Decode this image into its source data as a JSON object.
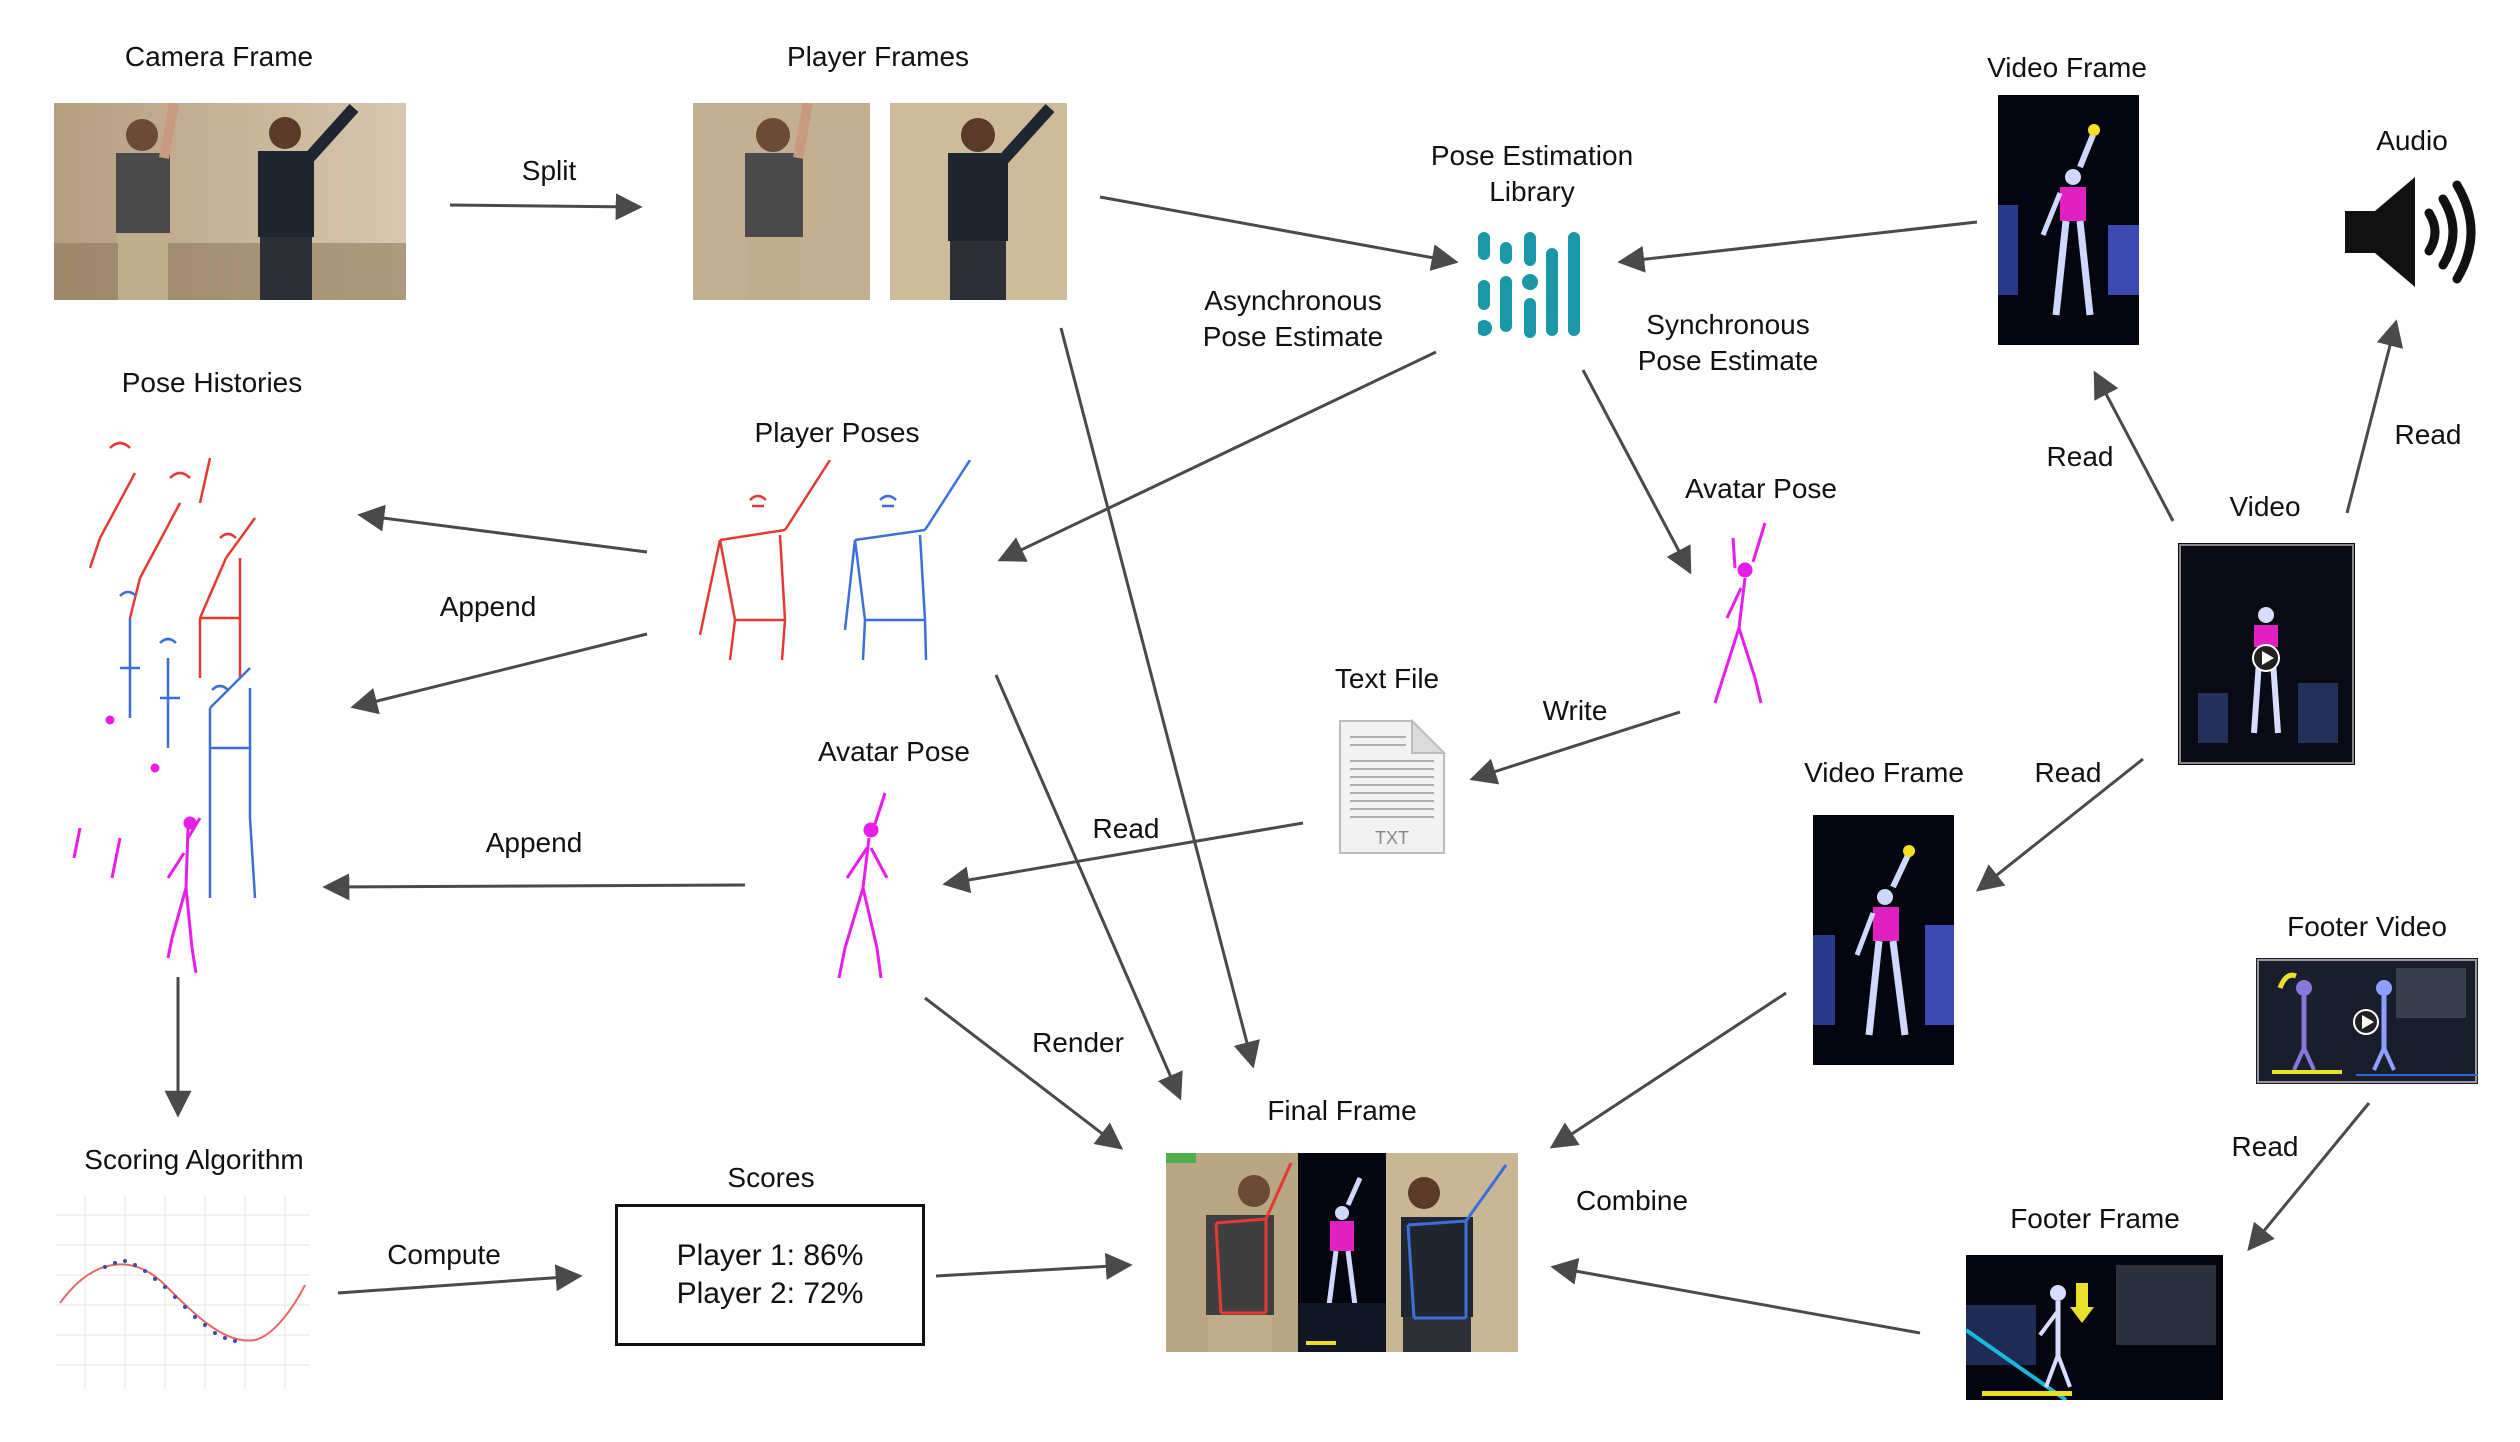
{
  "labels": {
    "camera_frame": "Camera Frame",
    "player_frames": "Player Frames",
    "split": "Split",
    "pose_lib_1": "Pose Estimation",
    "pose_lib_2": "Library",
    "video_frame_top": "Video Frame",
    "audio": "Audio",
    "async_1": "Asynchronous",
    "async_2": "Pose Estimate",
    "sync_1": "Synchronous",
    "sync_2": "Pose Estimate",
    "pose_histories": "Pose Histories",
    "player_poses": "Player Poses",
    "avatar_pose_right": "Avatar Pose",
    "read_top_left": "Read",
    "read_top_right": "Read",
    "video": "Video",
    "append_1": "Append",
    "text_file": "Text File",
    "write": "Write",
    "avatar_pose_mid": "Avatar Pose",
    "read_mid": "Read",
    "video_frame_mid": "Video Frame",
    "read_video": "Read",
    "append_2": "Append",
    "footer_video": "Footer Video",
    "render": "Render",
    "final_frame": "Final Frame",
    "read_footer": "Read",
    "scoring_algorithm": "Scoring Algorithm",
    "scores": "Scores",
    "compute": "Compute",
    "combine": "Combine",
    "footer_frame": "Footer Frame",
    "txt_icon_text": "TXT"
  },
  "scores": {
    "player1": "Player 1: 86%",
    "player2": "Player 2: 72%"
  },
  "colors": {
    "arrow": "#4a4a4a",
    "player1_skeleton": "#e53935",
    "player2_skeleton": "#3d6fd6",
    "avatar_skeleton": "#e81ee8",
    "pose_lib_teal": "#1a98a8",
    "footer_yellow": "#e8e02a"
  },
  "icons": [
    "camera-photo-icon",
    "pose-library-logo-icon",
    "speaker-icon",
    "text-file-icon",
    "video-thumbnail-icon"
  ]
}
